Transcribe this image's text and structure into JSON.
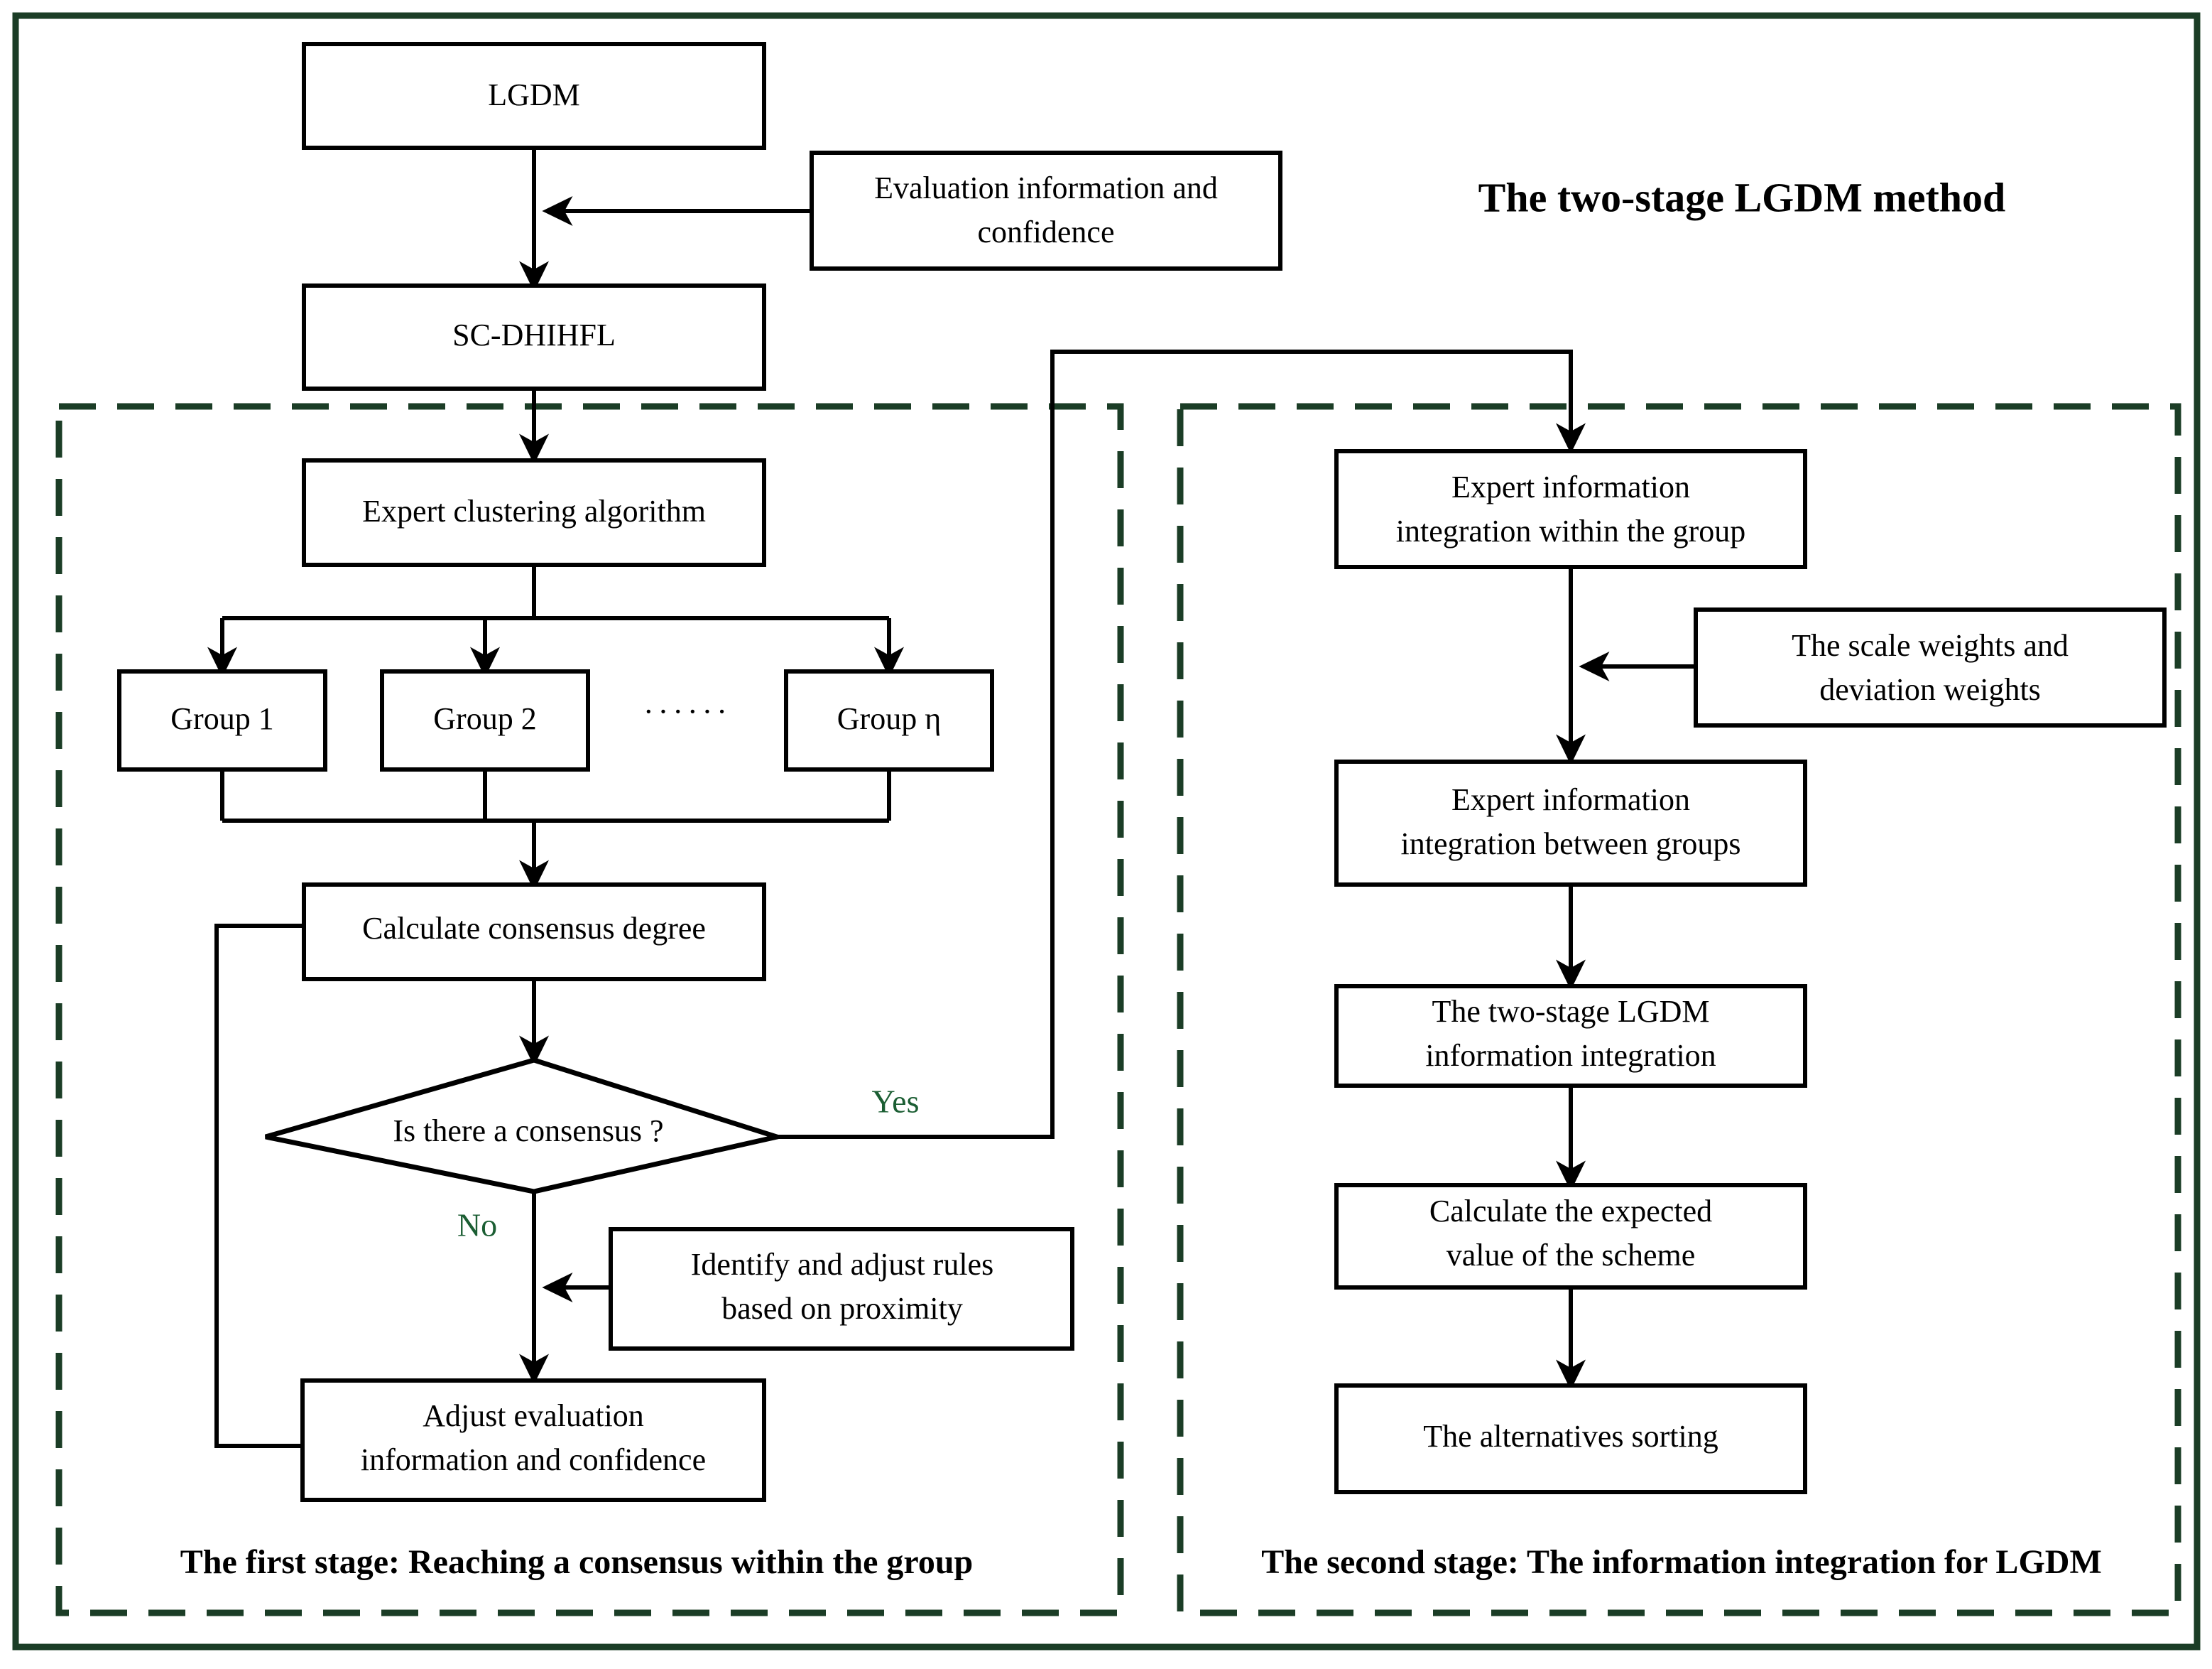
{
  "figure": {
    "title": "The two-stage LGDM method",
    "accent_color": "#1b3d26",
    "line_color": "#000000",
    "background": "#ffffff"
  },
  "nodes": {
    "lgdm": "LGDM",
    "evaluation_info": "Evaluation information and confidence",
    "evaluation_info_l1": "Evaluation information and",
    "evaluation_info_l2": "confidence",
    "sc_dhihfl": "SC-DHIHFL",
    "expert_clustering": "Expert clustering algorithm",
    "group1": "Group 1",
    "group2": "Group 2",
    "group_eta": "Group η",
    "group_ellipsis": "······",
    "calculate_consensus": "Calculate consensus degree",
    "decision": "Is there a consensus ?",
    "identify_rules_l1": "Identify and adjust rules",
    "identify_rules_l2": "based on proximity",
    "adjust_eval_l1": "Adjust evaluation",
    "adjust_eval_l2": "information and confidence",
    "expert_within_l1": "Expert information",
    "expert_within_l2": "integration within the group",
    "scale_weights_l1": "The scale weights and",
    "scale_weights_l2": "deviation weights",
    "expert_between_l1": "Expert information",
    "expert_between_l2": "integration between groups",
    "two_stage_integration_l1": "The two-stage LGDM",
    "two_stage_integration_l2": "information integration",
    "expected_value_l1": "Calculate the expected",
    "expected_value_l2": "value of the scheme",
    "alternatives_sorting": "The alternatives sorting"
  },
  "branches": {
    "yes": "Yes",
    "no": "No",
    "yes_color": "#1b5e33",
    "no_color": "#1b5e33"
  },
  "stages": {
    "first": "The first stage: Reaching a consensus within the group",
    "second": "The second stage: The information integration for LGDM"
  }
}
